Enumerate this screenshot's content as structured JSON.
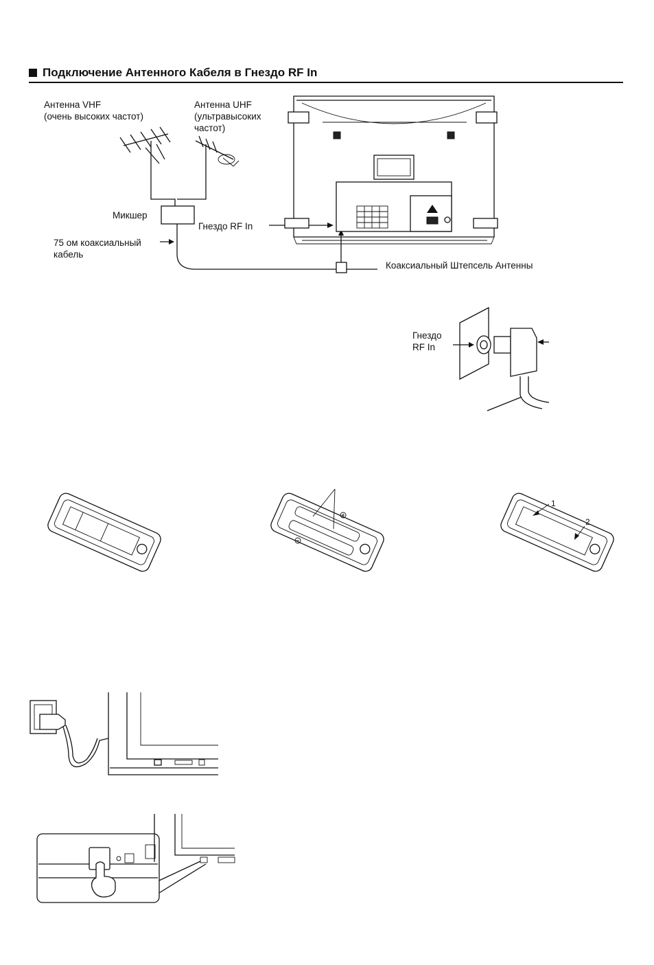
{
  "heading": "Подключение Антенного Кабеля в Гнездо RF In",
  "antenna_vhf": {
    "line1": "Антенна VHF",
    "line2": "(очень высоких частот)"
  },
  "antenna_uhf": {
    "line1": "Антенна UHF",
    "line2": "(ультравысоких",
    "line3": "частот)"
  },
  "mixer": "Микшер",
  "rf_in_socket": "Гнездо RF In",
  "coax_cable": {
    "line1": "75 ом коаксиальный",
    "line2": "кабель"
  },
  "coax_plug": "Коаксиальный Штепсель Антенны",
  "rf_in_detail": {
    "line1": "Гнездо",
    "line2": "RF In"
  },
  "remote_step_numbers": {
    "one": "1",
    "two": "2"
  }
}
